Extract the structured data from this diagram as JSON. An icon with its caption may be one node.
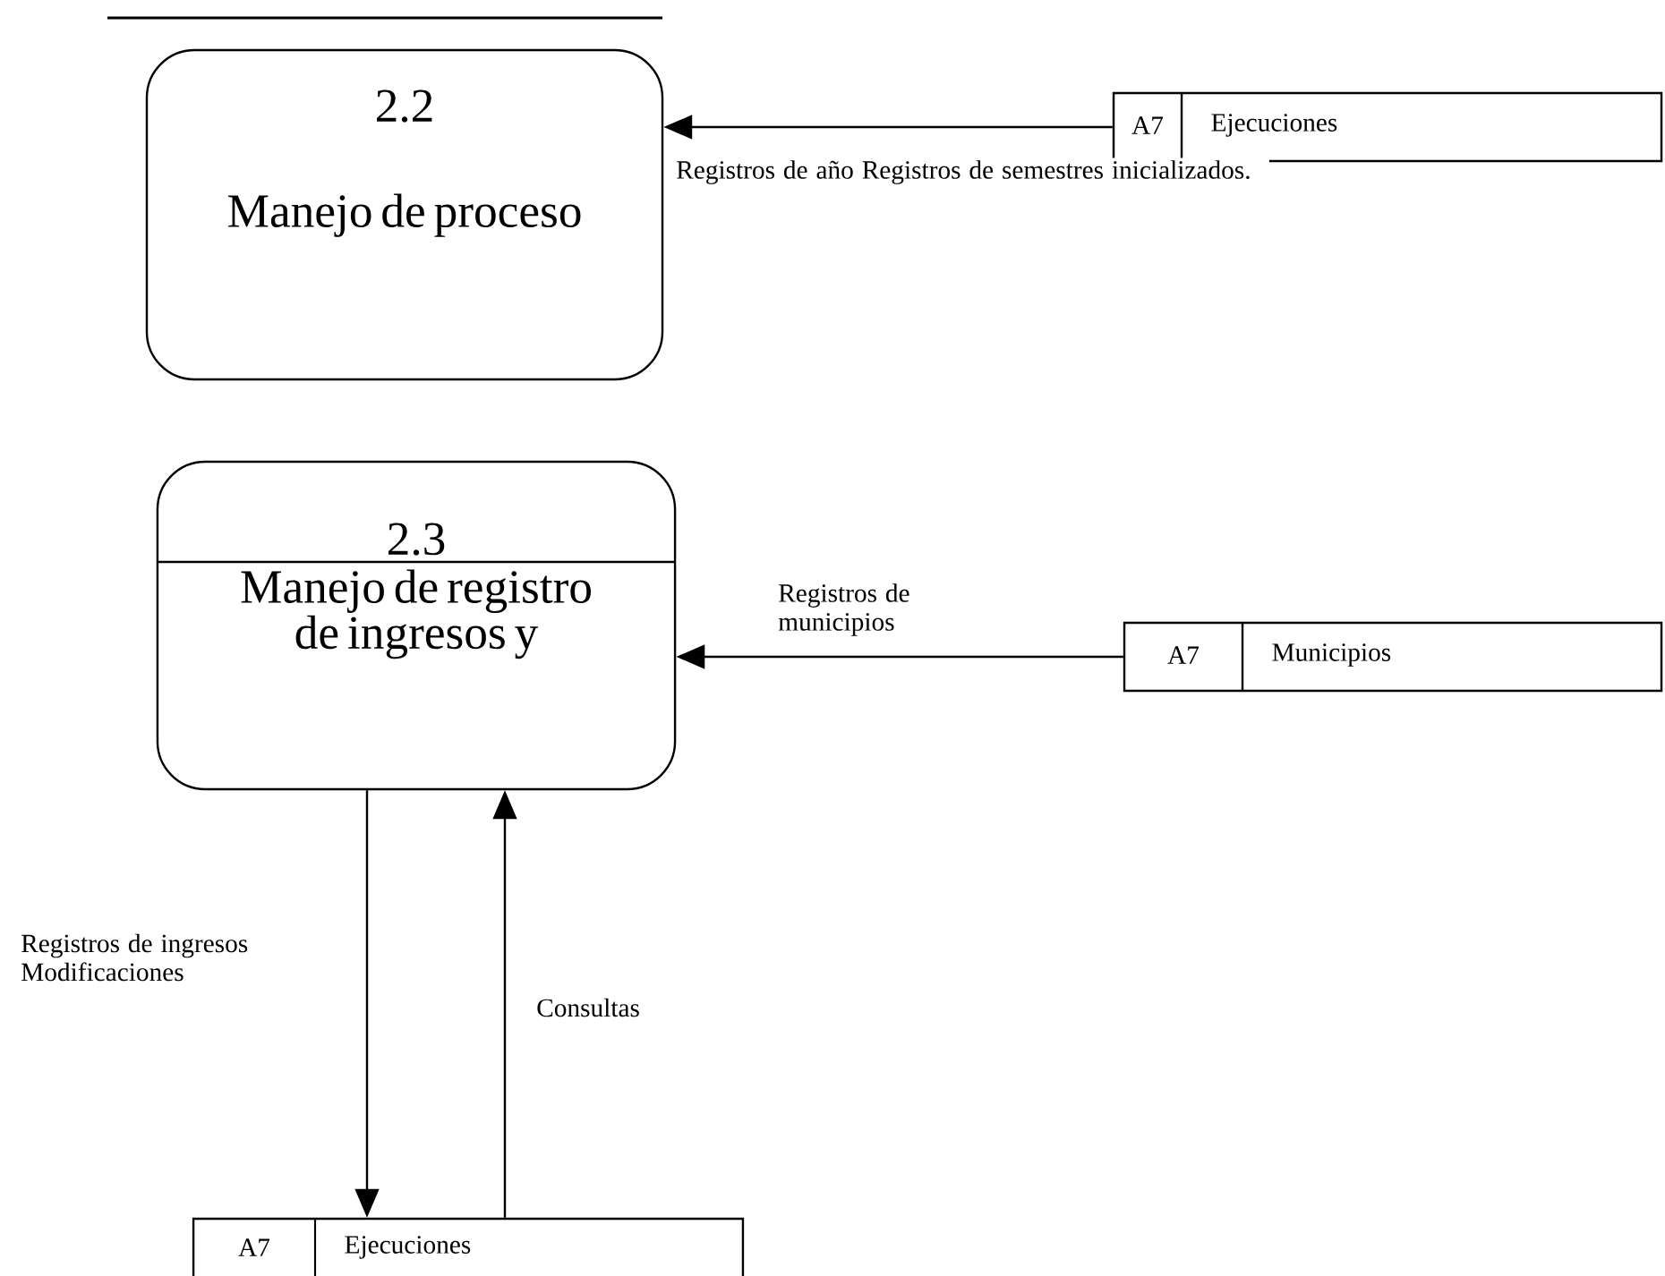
{
  "diagram": {
    "nodes": [
      {
        "text": [
          "2.2",
          "Manejo de proceso"
        ]
      },
      {
        "text": [
          "A7",
          "Ejecuciones"
        ]
      },
      {
        "text": [
          "2.3",
          "Manejo de registro de ingresos y"
        ]
      },
      {
        "text": [
          "A7",
          "Municipios"
        ]
      },
      {
        "text": [
          "A7",
          "Ejecuciones"
        ]
      }
    ],
    "edges": [
      {
        "from": 1,
        "to": 0,
        "arrow": "to",
        "label": "Registros de año Registros de semestres inicializados."
      },
      {
        "from": 3,
        "to": 2,
        "arrow": "to",
        "label": "Registros de municipios"
      },
      {
        "from": 2,
        "to": 4,
        "arrow": "to",
        "label": "Registros de ingresos Modificaciones"
      },
      {
        "from": 4,
        "to": 2,
        "arrow": "to",
        "label": "Consultas"
      }
    ]
  }
}
